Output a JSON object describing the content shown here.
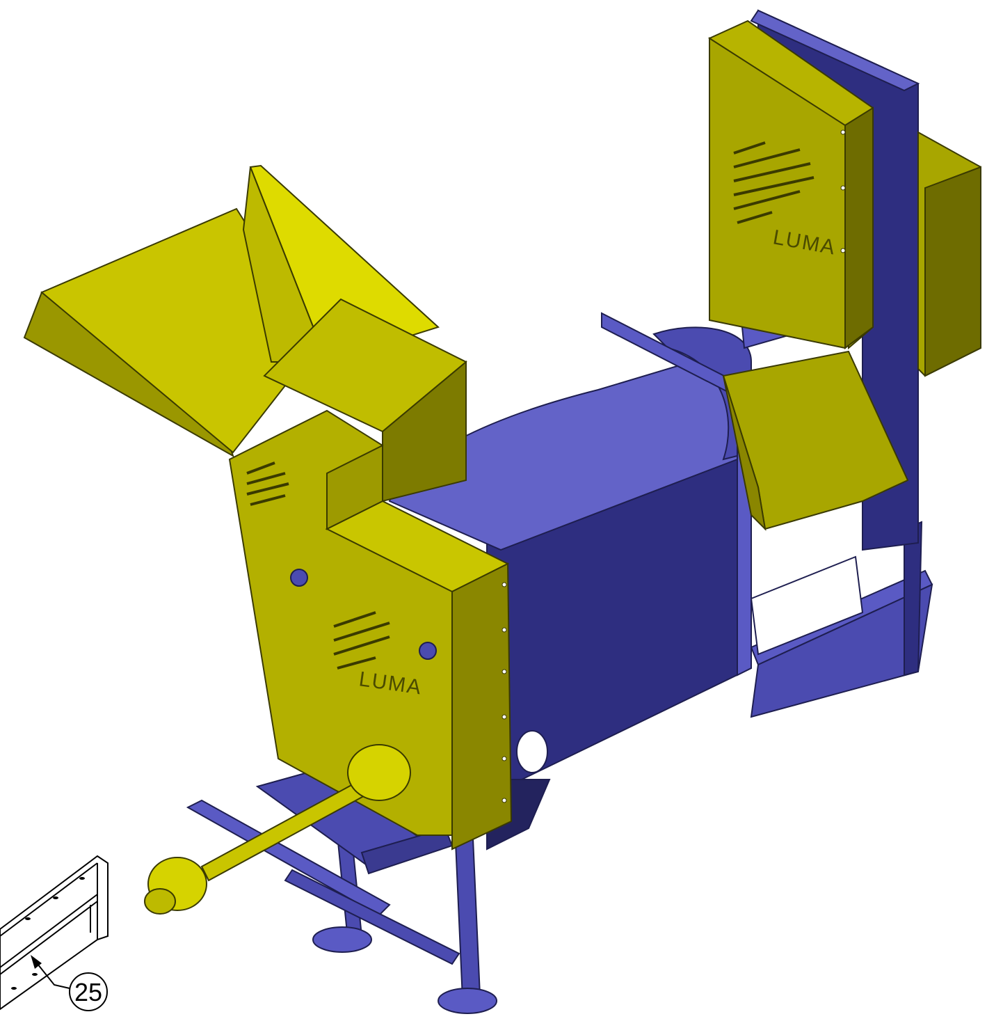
{
  "drawing": {
    "logo_top": "LUMA",
    "logo_front": "LUMA",
    "callout_number": "25"
  },
  "colors": {
    "yellow_light": "#e0dc00",
    "yellow_mid": "#b7b400",
    "yellow_dark": "#8a8600",
    "yellow_shadow": "#5e5c00",
    "blue_light": "#6a6ad0",
    "blue_mid": "#4b4bb0",
    "blue_dark": "#2e2e80",
    "blue_shadow": "#23235e"
  }
}
